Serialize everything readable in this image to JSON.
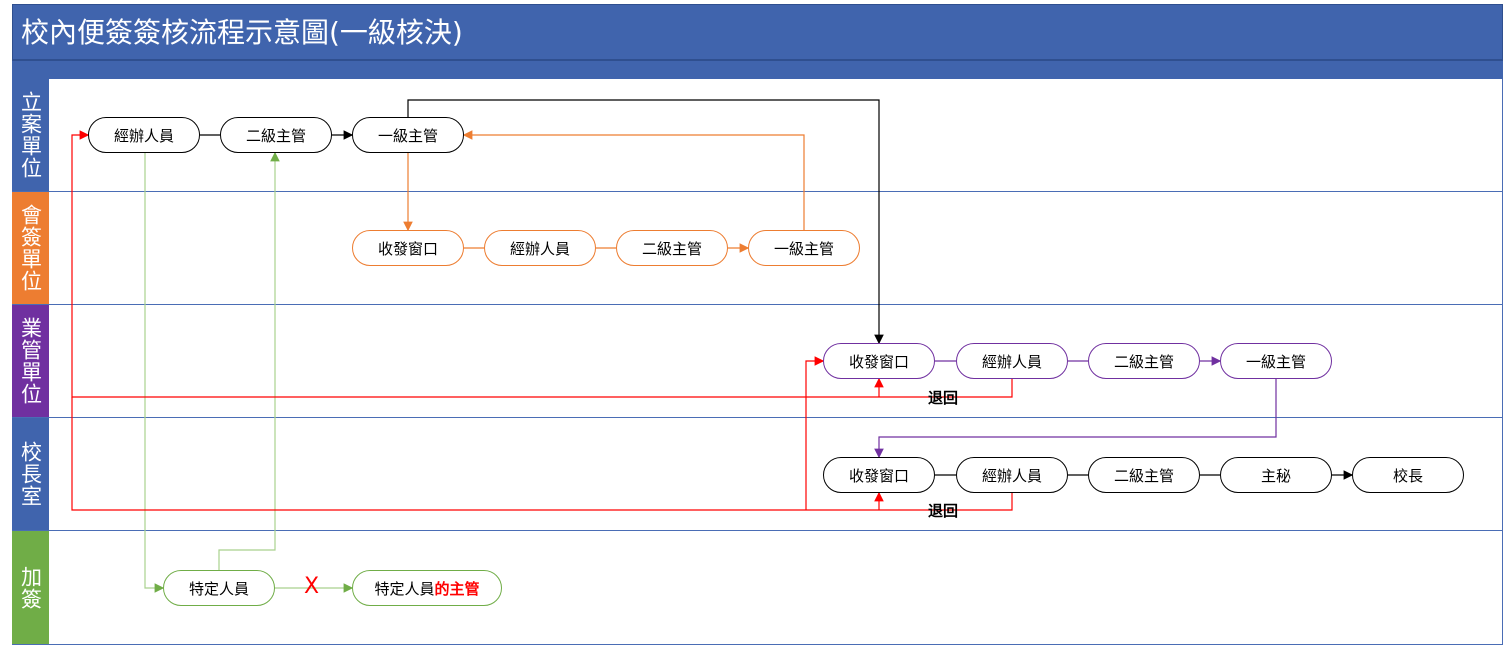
{
  "title": "校內便簽簽核流程示意圖(一級核決)",
  "lanes": [
    {
      "label": "立案單位",
      "color": "#4064ad"
    },
    {
      "label": "會簽單位",
      "color": "#ed7d31"
    },
    {
      "label": "業管單位",
      "color": "#7030a0"
    },
    {
      "label": "校長室",
      "color": "#4064ad"
    },
    {
      "label": "加簽",
      "color": "#70ad47"
    }
  ],
  "lane1": [
    "經辦人員",
    "二級主管",
    "一級主管"
  ],
  "lane2": [
    "收發窗口",
    "經辦人員",
    "二級主管",
    "一級主管"
  ],
  "lane3": [
    "收發窗口",
    "經辦人員",
    "二級主管",
    "一級主管"
  ],
  "lane4": [
    "收發窗口",
    "經辦人員",
    "二級主管",
    "主秘",
    "校長"
  ],
  "lane5": {
    "node1": "特定人員",
    "node2_prefix": "特定人員",
    "node2_suffix": "的主管",
    "blocked_mark": "X"
  },
  "return_label": "退回"
}
